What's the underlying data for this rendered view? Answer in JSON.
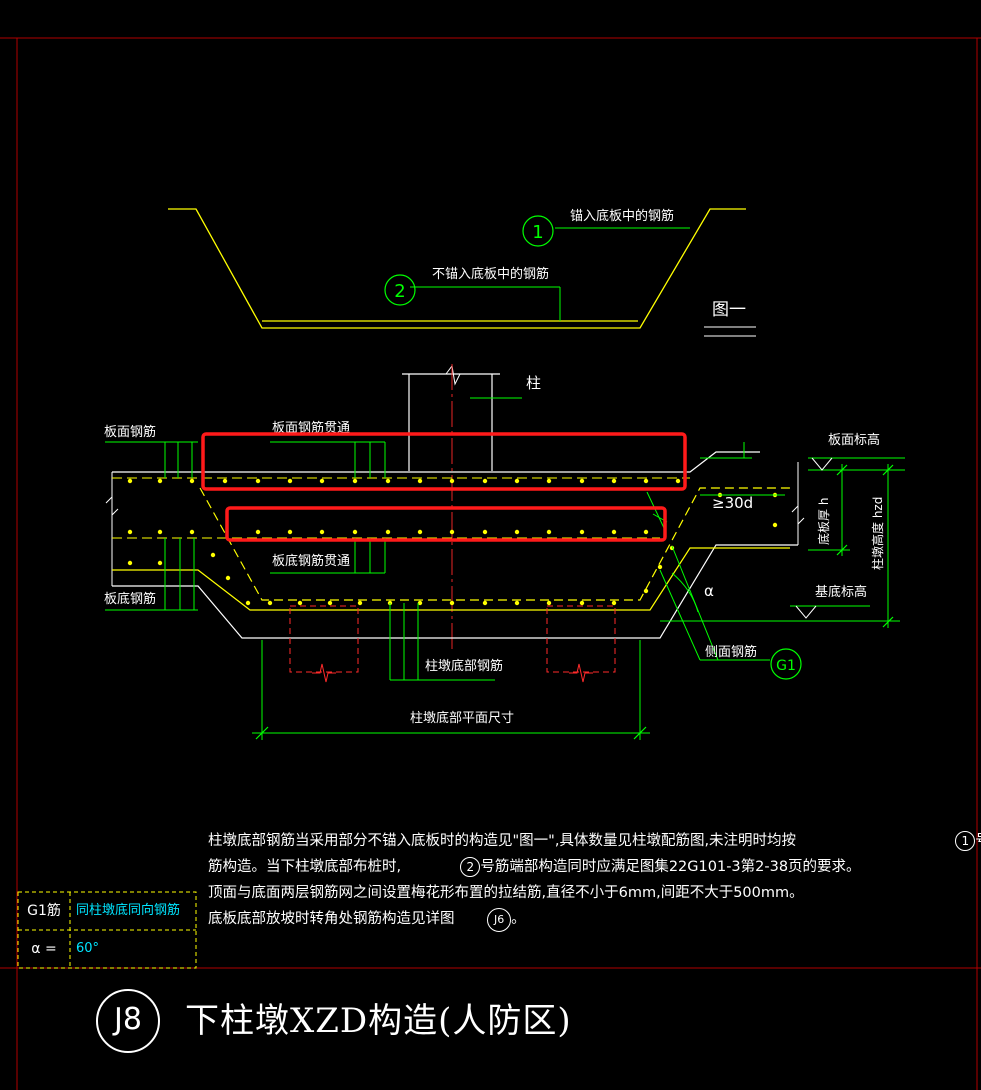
{
  "diagram": {
    "fig1_label": "图一",
    "fig1_bar1_num": "1",
    "fig1_bar1_label": "锚入底板中的钢筋",
    "fig1_bar2_num": "2",
    "fig1_bar2_label": "不锚入底板中的钢筋",
    "column_label": "柱",
    "top_rebar_label": "板面钢筋",
    "top_rebar_through": "板面钢筋贯通",
    "bottom_rebar_label": "板底钢筋",
    "bottom_rebar_through": "板底钢筋贯通",
    "anchor_label": "≥30d",
    "slab_top_elev": "板面标高",
    "slab_thickness": "底板厚 h",
    "pier_height": "柱墩高度 hzd",
    "base_elev": "基底标高",
    "angle_label": "α",
    "side_rebar_label": "侧面钢筋",
    "g1_label": "G1",
    "pier_bottom_rebar": "柱墩底部钢筋",
    "pier_plan_size": "柱墩底部平面尺寸"
  },
  "notes": {
    "line1": "柱墩底部钢筋当采用部分不锚入底板时的构造见\"图一\",具体数量见柱墩配筋图,未注明时均按",
    "line1_circle": "1",
    "line1_tail": "号",
    "line2_a": "筋构造。当下柱墩底部布桩时,",
    "line2_circle": "2",
    "line2_b": "号筋端部构造同时应满足图集22G101-3第2-38页的要求。",
    "line3": "顶面与底面两层钢筋网之间设置梅花形布置的拉结筋,直径不小于6mm,间距不大于500mm。",
    "line4_a": "底板底部放坡时转角处钢筋构造见详图",
    "line4_circle": "J6",
    "line4_b": "。"
  },
  "legend": {
    "row1_key": "G1筋",
    "row1_value": "同柱墩底同向钢筋",
    "row2_key": "α =",
    "row2_value": "60°"
  },
  "title": {
    "circle_label": "J8",
    "text": "下柱墩XZD构造(人防区)"
  },
  "colors": {
    "background": "#000000",
    "yellow": "#ffff00",
    "green": "#00ff00",
    "red": "#ff2a2a",
    "cyan": "#00e5ff",
    "white": "#ffffff",
    "frame_red": "#b00000"
  }
}
